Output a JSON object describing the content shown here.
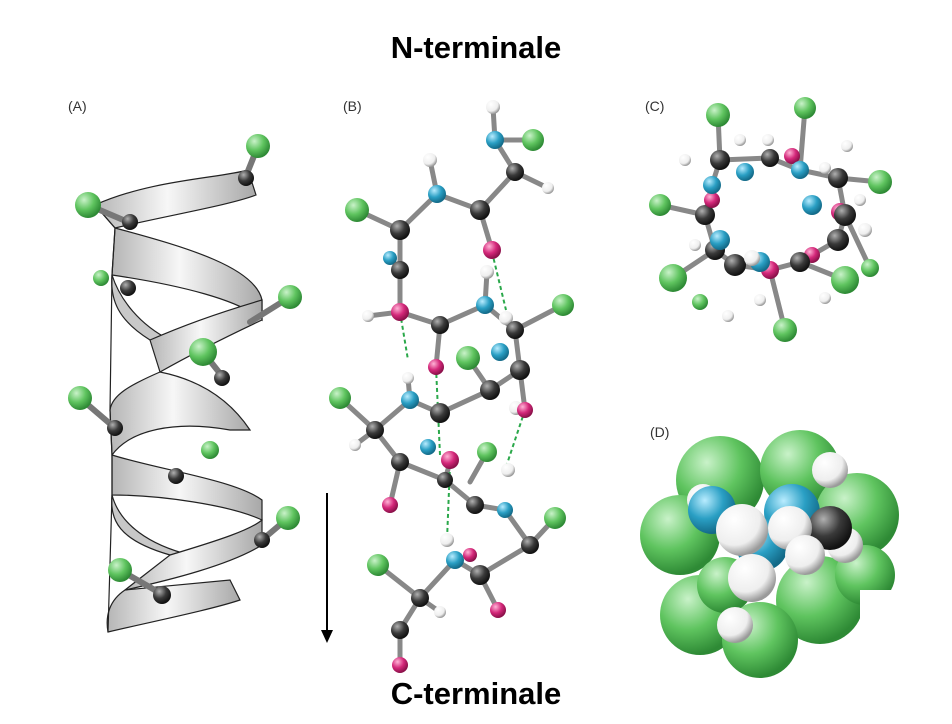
{
  "titles": {
    "top": "N-terminale",
    "bottom": "C-terminale"
  },
  "panels": {
    "a": "(A)",
    "b": "(B)",
    "c": "(C)",
    "d": "(D)"
  },
  "colors": {
    "side_chain": "#5fc45f",
    "carbon": "#3a3a3a",
    "nitrogen": "#2a9fc4",
    "oxygen": "#d4287a",
    "hydrogen": "#f2f2f2",
    "hbond": "#2aa84a",
    "ribbon": "#dcdcdc"
  },
  "icons": {
    "arrow": "arrow-down-icon"
  }
}
